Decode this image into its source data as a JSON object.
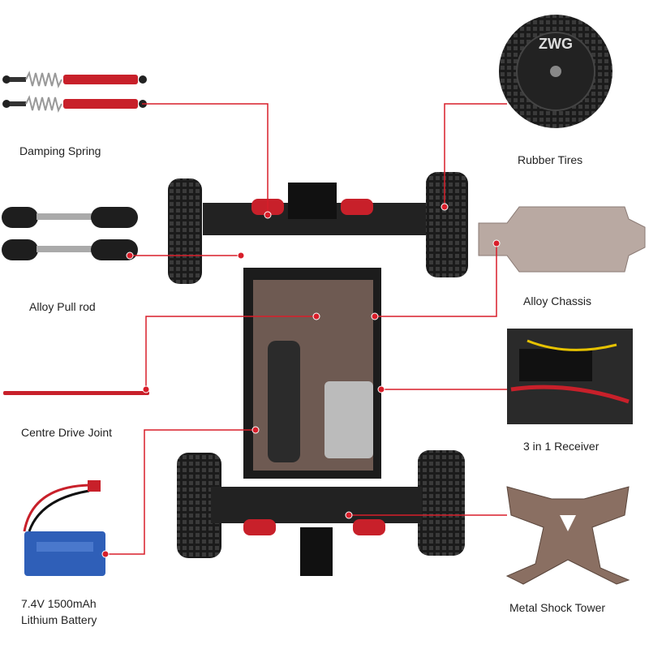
{
  "labels": {
    "damping_spring": "Damping Spring",
    "rubber_tires": "Rubber Tires",
    "alloy_pull_rod": "Alloy Pull rod",
    "alloy_chassis": "Alloy Chassis",
    "centre_drive_joint": "Centre Drive Joint",
    "receiver": "3 in 1 Receiver",
    "battery_line1": "7.4V 1500mAh",
    "battery_line2": "Lithium Battery",
    "shock_tower": "Metal Shock Tower"
  },
  "tire_brand": "ZWG",
  "colors": {
    "callout": "#d81e2a",
    "accent_red": "#c8202a",
    "battery_blue": "#2f5fb8"
  }
}
